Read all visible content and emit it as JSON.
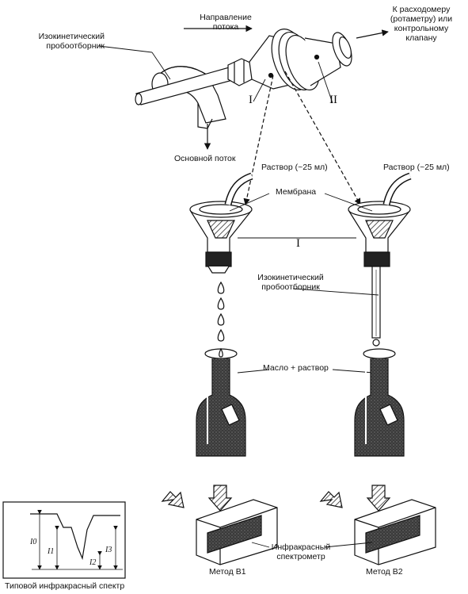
{
  "labels": {
    "flow_direction": [
      "Направление",
      "потока"
    ],
    "to_meter": [
      "К расходомеру",
      "(ротаметру) или",
      "контрольному",
      "клапану"
    ],
    "isokinetic_probe_top": [
      "Изокинетический",
      "пробоотборник"
    ],
    "main_flow": "Основной поток",
    "roman_one": "I",
    "roman_two": "II",
    "solvent_left": "Раствор (~25 мл)",
    "solvent_right": "Раствор (~25 мл)",
    "membrane": "Мембрана",
    "roman_one_mid": "I",
    "isokinetic_probe_mid": [
      "Изокинетический",
      "пробоотборник"
    ],
    "oil_solvent": "Масло + раствор",
    "ir_spectrometer": [
      "Инфракрасный",
      "спектрометр"
    ],
    "method_b1": "Метод В1",
    "method_b2": "Метод В2",
    "typical_ir_spectrum": "Типовой инфракрасный спектр",
    "intensity_labels": [
      "I0",
      "I1",
      "I2",
      "I3"
    ]
  },
  "colors": {
    "ink": "#111111",
    "fill_dark": "#2a2a2a",
    "hatch": "#555555"
  }
}
